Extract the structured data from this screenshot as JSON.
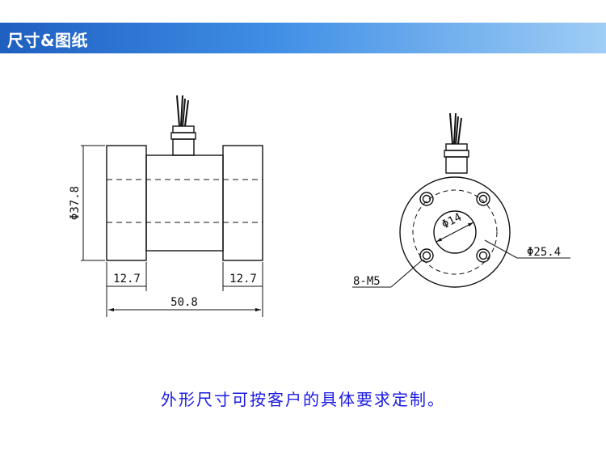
{
  "header": {
    "title": "尺寸&图纸"
  },
  "drawing": {
    "side_view": {
      "diameter_label": "Φ37.8",
      "left_flange_label": "12.7",
      "right_flange_label": "12.7",
      "total_length_label": "50.8"
    },
    "front_view": {
      "inner_diameter_label": "Φ14",
      "bolt_circle_label": "Φ25.4",
      "holes_label": "8-M5"
    }
  },
  "note": {
    "text": "外形尺寸可按客户的具体要求定制。"
  }
}
